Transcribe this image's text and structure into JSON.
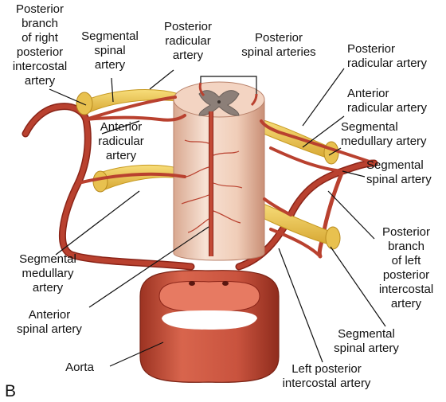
{
  "panel_letter": "B",
  "colors": {
    "artery": "#b23a2a",
    "artery_dark": "#8a2418",
    "nerve": "#f2cf55",
    "nerve_dark": "#c79a22",
    "cord": "#f3d4c2",
    "cord_shade": "#d9a890",
    "grey_matter": "#8c7f78",
    "aorta": "#c9533e",
    "aorta_dark": "#9c3322"
  },
  "labels": {
    "post_branch_right": [
      "Posterior",
      "branch",
      "of right",
      "posterior",
      "intercostal",
      "artery"
    ],
    "segmental_spinal_top": [
      "Segmental",
      "spinal",
      "artery"
    ],
    "post_radicular_top": [
      "Posterior",
      "radicular",
      "artery"
    ],
    "posterior_spinal": [
      "Posterior",
      "spinal arteries"
    ],
    "post_radicular_right": [
      "Posterior",
      "radicular artery"
    ],
    "anterior_radicular_right": [
      "Anterior",
      "radicular artery"
    ],
    "segmental_medullary_right": [
      "Segmental",
      "medullary artery"
    ],
    "segmental_spinal_right": [
      "Segmental",
      "spinal artery"
    ],
    "anterior_radicular_left": [
      "Anterior",
      "radicular",
      "artery"
    ],
    "post_branch_left": [
      "Posterior",
      "branch",
      "of left",
      "posterior",
      "intercostal",
      "artery"
    ],
    "segmental_medullary_left": [
      "Segmental",
      "medullary",
      "artery"
    ],
    "anterior_spinal": [
      "Anterior",
      "spinal artery"
    ],
    "segmental_spinal_bottom": [
      "Segmental",
      "spinal artery"
    ],
    "left_post_intercostal": [
      "Left posterior",
      "intercostal artery"
    ],
    "aorta": [
      "Aorta"
    ]
  }
}
